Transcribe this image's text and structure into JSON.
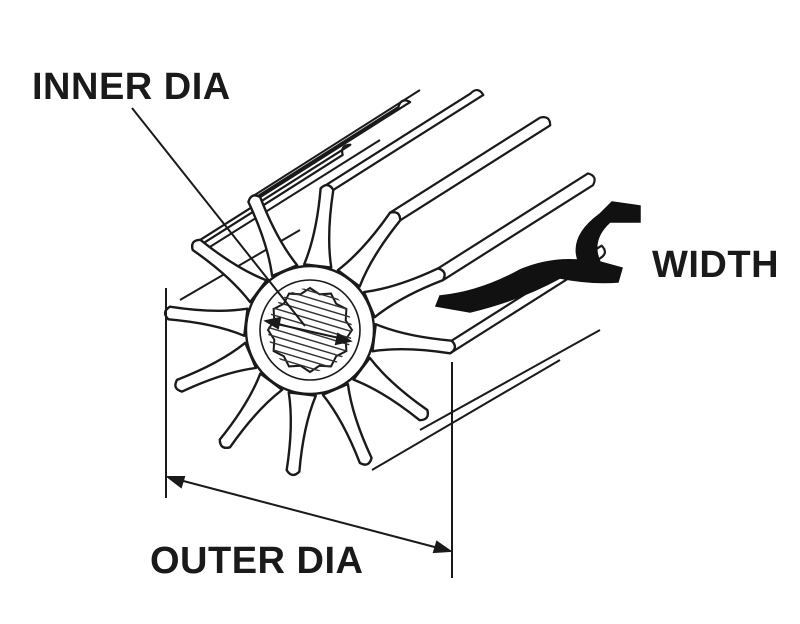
{
  "labels": {
    "inner_dia": "INNER DIA",
    "width": "WIDTH",
    "outer_dia": "OUTER DIA"
  },
  "colors": {
    "ink": "#1a1a1a",
    "background": "#ffffff",
    "hatch": "#333333"
  },
  "impeller": {
    "blade_count": 12
  }
}
